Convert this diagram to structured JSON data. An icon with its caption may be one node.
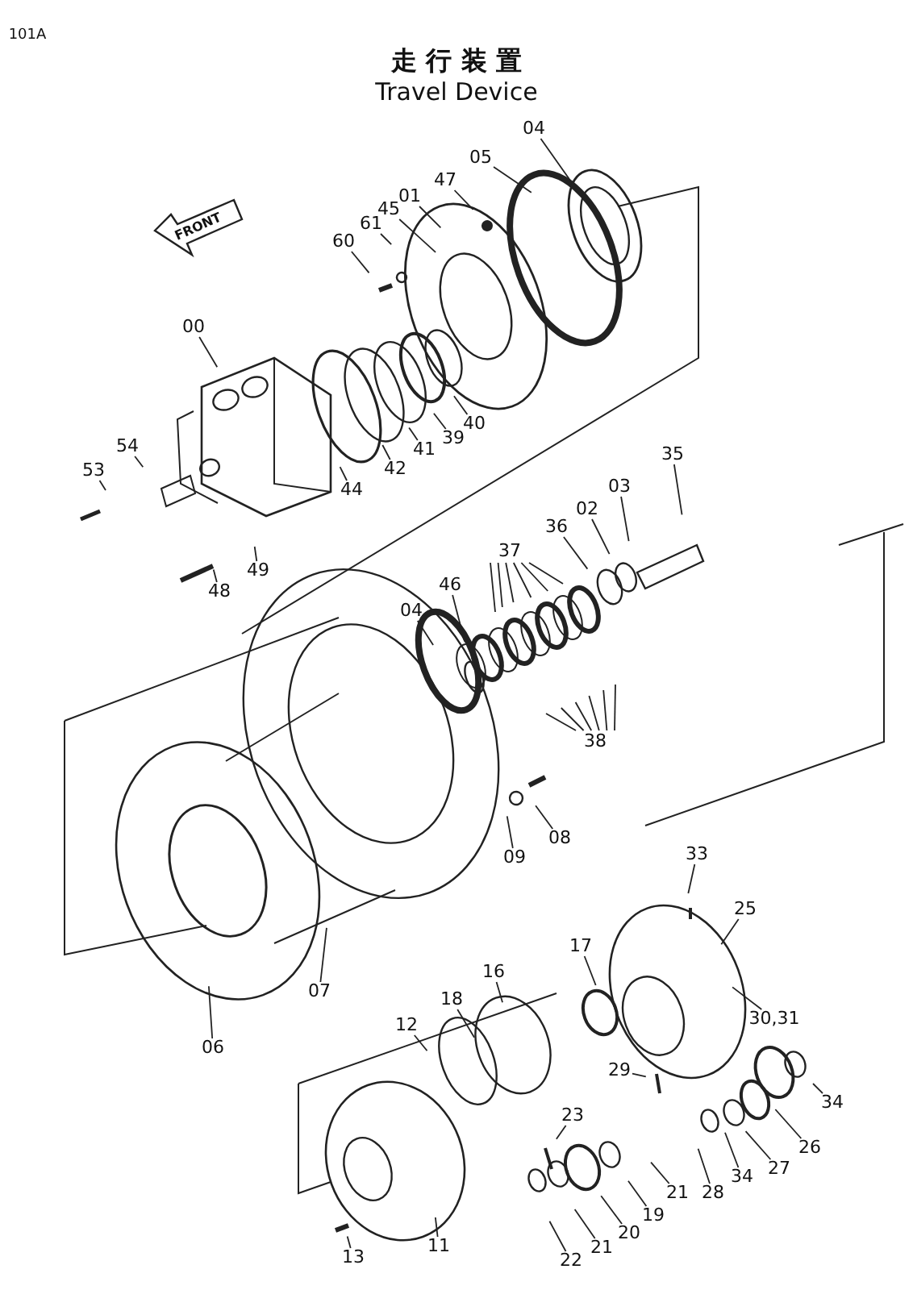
{
  "diagram": {
    "title": "走 行 装 置",
    "nodes": [
      {
        "text": [
          "04"
        ]
      },
      {
        "text": [
          "05"
        ]
      },
      {
        "text": [
          "47"
        ]
      },
      {
        "text": [
          "01"
        ]
      },
      {
        "text": [
          "45"
        ]
      },
      {
        "text": [
          "61"
        ]
      },
      {
        "text": [
          "60"
        ]
      },
      {
        "text": [
          "00"
        ]
      },
      {
        "text": [
          "54"
        ]
      },
      {
        "text": [
          "53"
        ]
      },
      {
        "text": [
          "44"
        ]
      },
      {
        "text": [
          "42"
        ]
      },
      {
        "text": [
          "41"
        ]
      },
      {
        "text": [
          "39"
        ]
      },
      {
        "text": [
          "40"
        ]
      },
      {
        "text": [
          "48"
        ]
      },
      {
        "text": [
          "49"
        ]
      },
      {
        "text": [
          "35"
        ]
      },
      {
        "text": [
          "03"
        ]
      },
      {
        "text": [
          "02"
        ]
      },
      {
        "text": [
          "36"
        ]
      },
      {
        "text": [
          "37"
        ]
      },
      {
        "text": [
          "46"
        ]
      },
      {
        "text": [
          "04"
        ]
      },
      {
        "text": [
          "38"
        ]
      },
      {
        "text": [
          "08"
        ]
      },
      {
        "text": [
          "09"
        ]
      },
      {
        "text": [
          "07"
        ]
      },
      {
        "text": [
          "06"
        ]
      },
      {
        "text": [
          "33"
        ]
      },
      {
        "text": [
          "25"
        ]
      },
      {
        "text": [
          "30,31"
        ]
      },
      {
        "text": [
          "17"
        ]
      },
      {
        "text": [
          "16"
        ]
      },
      {
        "text": [
          "18"
        ]
      },
      {
        "text": [
          "12"
        ]
      },
      {
        "text": [
          "29"
        ]
      },
      {
        "text": [
          "23"
        ]
      },
      {
        "text": [
          "34"
        ]
      },
      {
        "text": [
          "26"
        ]
      },
      {
        "text": [
          "27"
        ]
      },
      {
        "text": [
          "34"
        ]
      },
      {
        "text": [
          "28"
        ]
      },
      {
        "text": [
          "21"
        ]
      },
      {
        "text": [
          "19"
        ]
      },
      {
        "text": [
          "20"
        ]
      },
      {
        "text": [
          "21"
        ]
      },
      {
        "text": [
          "22"
        ]
      },
      {
        "text": [
          "11"
        ]
      },
      {
        "text": [
          "13"
        ]
      }
    ],
    "edges": [
      {
        "from": 0,
        "to": null,
        "arrow": "none"
      },
      {
        "from": 1,
        "to": null,
        "arrow": "none"
      },
      {
        "from": 2,
        "to": null,
        "arrow": "none"
      },
      {
        "from": 3,
        "to": null,
        "arrow": "none"
      },
      {
        "from": 4,
        "to": null,
        "arrow": "none"
      },
      {
        "from": 5,
        "to": null,
        "arrow": "none"
      },
      {
        "from": 6,
        "to": null,
        "arrow": "none"
      },
      {
        "from": 7,
        "to": null,
        "arrow": "none"
      },
      {
        "from": 8,
        "to": null,
        "arrow": "none"
      },
      {
        "from": 9,
        "to": null,
        "arrow": "none"
      },
      {
        "from": 10,
        "to": null,
        "arrow": "none"
      },
      {
        "from": 11,
        "to": null,
        "arrow": "none"
      },
      {
        "from": 12,
        "to": null,
        "arrow": "none"
      },
      {
        "from": 13,
        "to": null,
        "arrow": "none"
      },
      {
        "from": 14,
        "to": null,
        "arrow": "none"
      },
      {
        "from": 15,
        "to": null,
        "arrow": "none"
      },
      {
        "from": 16,
        "to": null,
        "arrow": "none"
      },
      {
        "from": 17,
        "to": null,
        "arrow": "none"
      },
      {
        "from": 18,
        "to": null,
        "arrow": "none"
      },
      {
        "from": 19,
        "to": null,
        "arrow": "none"
      },
      {
        "from": 20,
        "to": null,
        "arrow": "none"
      },
      {
        "from": 21,
        "to": null,
        "arrow": "none"
      },
      {
        "from": 21,
        "to": null,
        "arrow": "none"
      },
      {
        "from": 21,
        "to": null,
        "arrow": "none"
      },
      {
        "from": 21,
        "to": null,
        "arrow": "none"
      },
      {
        "from": 21,
        "to": null,
        "arrow": "none"
      },
      {
        "from": 21,
        "to": null,
        "arrow": "none"
      },
      {
        "from": 22,
        "to": null,
        "arrow": "none"
      },
      {
        "from": 23,
        "to": null,
        "arrow": "none"
      },
      {
        "from": 24,
        "to": null,
        "arrow": "none"
      },
      {
        "from": 24,
        "to": null,
        "arrow": "none"
      },
      {
        "from": 24,
        "to": null,
        "arrow": "none"
      },
      {
        "from": 24,
        "to": null,
        "arrow": "none"
      },
      {
        "from": 24,
        "to": null,
        "arrow": "none"
      },
      {
        "from": 24,
        "to": null,
        "arrow": "none"
      },
      {
        "from": 25,
        "to": null,
        "arrow": "none"
      },
      {
        "from": 26,
        "to": null,
        "arrow": "none"
      },
      {
        "from": 27,
        "to": null,
        "arrow": "none"
      },
      {
        "from": 28,
        "to": null,
        "arrow": "none"
      },
      {
        "from": 29,
        "to": null,
        "arrow": "none"
      },
      {
        "from": 30,
        "to": null,
        "arrow": "none"
      },
      {
        "from": 31,
        "to": null,
        "arrow": "none"
      },
      {
        "from": 32,
        "to": null,
        "arrow": "none"
      },
      {
        "from": 33,
        "to": null,
        "arrow": "none"
      },
      {
        "from": 34,
        "to": null,
        "arrow": "none"
      },
      {
        "from": 35,
        "to": null,
        "arrow": "none"
      },
      {
        "from": 36,
        "to": null,
        "arrow": "none"
      },
      {
        "from": 37,
        "to": null,
        "arrow": "none"
      },
      {
        "from": 38,
        "to": null,
        "arrow": "none"
      },
      {
        "from": 39,
        "to": null,
        "arrow": "none"
      },
      {
        "from": 40,
        "to": null,
        "arrow": "none"
      },
      {
        "from": 41,
        "to": null,
        "arrow": "none"
      },
      {
        "from": 42,
        "to": null,
        "arrow": "none"
      },
      {
        "from": 43,
        "to": null,
        "arrow": "none"
      },
      {
        "from": 44,
        "to": null,
        "arrow": "none"
      },
      {
        "from": 45,
        "to": null,
        "arrow": "none"
      },
      {
        "from": 46,
        "to": null,
        "arrow": "none"
      },
      {
        "from": 47,
        "to": null,
        "arrow": "none"
      },
      {
        "from": 48,
        "to": null,
        "arrow": "none"
      },
      {
        "from": 49,
        "to": null,
        "arrow": "none"
      }
    ],
    "labels": [
      "101A",
      "Travel Device",
      "FRONT"
    ]
  }
}
